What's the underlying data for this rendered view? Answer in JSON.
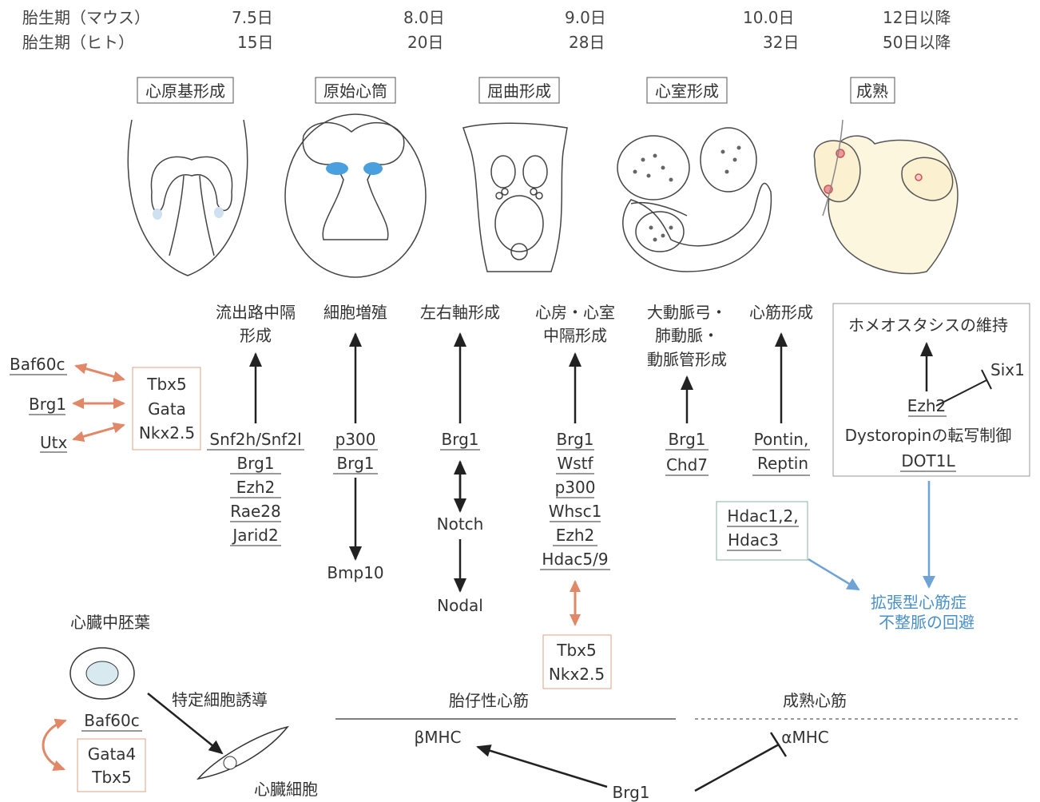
{
  "timeline": {
    "rows": [
      {
        "label": "胎生期（マウス）",
        "values": [
          "7.5日",
          "8.0日",
          "9.0日",
          "10.0日",
          "12日以降"
        ]
      },
      {
        "label": "胎生期（ヒト）",
        "values": [
          "15日",
          "20日",
          "28日",
          "32日",
          "50日以降"
        ]
      }
    ]
  },
  "stages": [
    "心原基形成",
    "原始心筒",
    "屈曲形成",
    "心室形成",
    "成熟"
  ],
  "processes": {
    "outflow": [
      "流出路中隔",
      "形成"
    ],
    "proliferation": "細胞増殖",
    "leftright": "左右軸形成",
    "septation": [
      "心房・心室",
      "中隔形成"
    ],
    "arteries": [
      "大動脈弓・",
      "肺動脈・",
      "動脈管形成"
    ],
    "myocardium": "心筋形成",
    "homeostasis": "ホメオスタシスの維持"
  },
  "genes": {
    "left_partners": [
      "Baf60c",
      "Brg1",
      "Utx"
    ],
    "tf_box": [
      "Tbx5",
      "Gata",
      "Nkx2.5"
    ],
    "outflow": [
      "Snf2h/Snf2l",
      "Brg1",
      "Ezh2",
      "Rae28",
      "Jarid2"
    ],
    "proliferation": [
      "p300",
      "Brg1"
    ],
    "proliferation_target": "Bmp10",
    "leftright": [
      "Brg1",
      "Notch",
      "Nodal"
    ],
    "septation": [
      "Brg1",
      "Wstf",
      "p300",
      "Whsc1",
      "Ezh2",
      "Hdac5/9"
    ],
    "septation_box": [
      "Tbx5",
      "Nkx2.5"
    ],
    "arteries": [
      "Brg1",
      "Chd7"
    ],
    "myocardium": [
      "Pontin,",
      "Reptin"
    ],
    "homeostasis": [
      "Ezh2",
      "Six1",
      "Dystoropinの転写制御",
      "DOT1L"
    ],
    "hdac_box": [
      "Hdac1,2,",
      "Hdac3"
    ],
    "disease": [
      "拡張型心筋症",
      "不整脈の回避"
    ]
  },
  "bottom": {
    "mesoderm": "心臓中胚葉",
    "induction": "特定細胞誘導",
    "baf": "Baf60c",
    "box": [
      "Gata4",
      "Tbx5"
    ],
    "cardiomyocyte": "心臓細胞",
    "fetal": "胎仔性心筋",
    "mature": "成熟心筋",
    "beta": "βMHC",
    "alpha": "αMHC",
    "brg1": "Brg1"
  },
  "colors": {
    "arrow_orange": "#e08868",
    "arrow_blue": "#6fa3d6",
    "text_blue": "#4a90c8",
    "box_orange": "#e0a080",
    "box_teal": "#8ab0a8"
  }
}
